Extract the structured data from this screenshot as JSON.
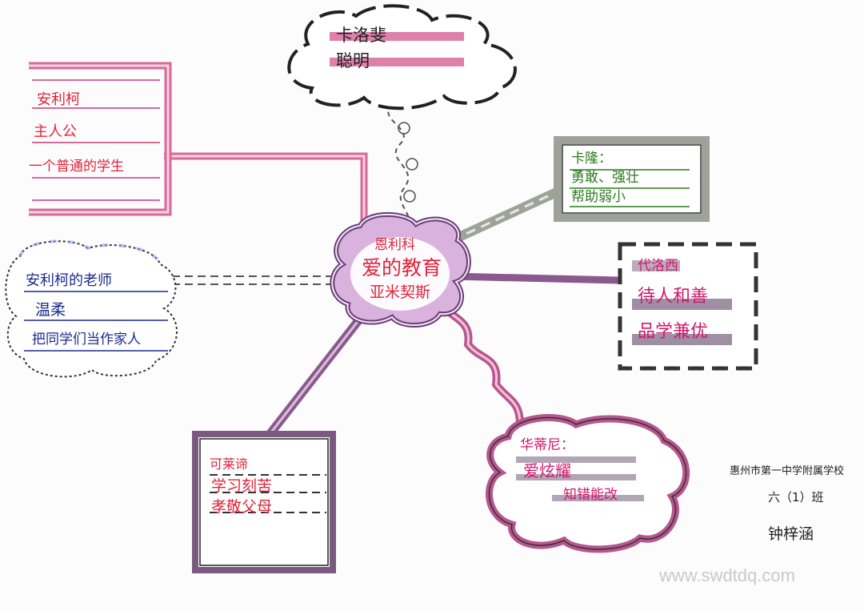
{
  "center": {
    "lines": [
      "恩利科",
      "爱的教育",
      "亚米契斯"
    ]
  },
  "top_node": {
    "lines": [
      "卡洛斐",
      "聪明"
    ]
  },
  "left_top_node": {
    "lines": [
      "安利柯",
      "主人公",
      "一个普通的学生"
    ]
  },
  "left_node": {
    "lines": [
      "安利柯的老师",
      "温柔",
      "把同学们当作家人"
    ]
  },
  "right_top_node": {
    "lines": [
      "卡隆：",
      "勇敢、强壮",
      "帮助弱小"
    ]
  },
  "right_node": {
    "lines": [
      "代洛西",
      "待人和善",
      "品学兼优"
    ]
  },
  "bottom_left_node": {
    "lines": [
      "可莱谛",
      "学习刻苦",
      "孝敬父母"
    ]
  },
  "bottom_right_node": {
    "lines": [
      "华蒂尼：",
      "爱炫耀",
      "知错能改"
    ]
  },
  "signature": {
    "lines": [
      "惠州市第一中学附属学校",
      "六（1）班",
      "钟梓涵"
    ]
  },
  "watermark": "www.swdtdq.com",
  "colors": {
    "pink": "#d86a9a",
    "purple": "#8a5a8e",
    "gray": "#9ea39a",
    "red_text": "#e0243a",
    "blue_text": "#1b2a8f",
    "green_text": "#2a7a1c"
  }
}
